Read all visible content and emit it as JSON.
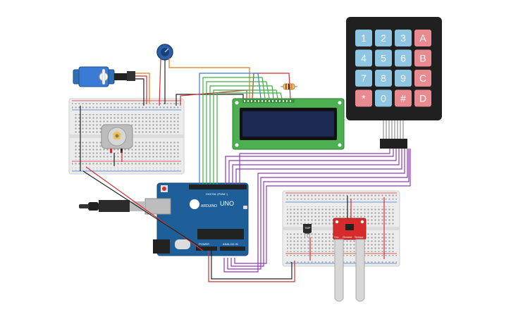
{
  "arduino": {
    "logo_text": "ARDUINO",
    "model": "UNO",
    "digital_label": "DIGITAL (PWM~)",
    "power_label": "POWER",
    "analog_label": "ANALOG IN"
  },
  "keypad": {
    "rows": [
      [
        "1",
        "2",
        "3",
        "A"
      ],
      [
        "4",
        "5",
        "6",
        "B"
      ],
      [
        "7",
        "8",
        "9",
        "C"
      ],
      [
        "*",
        "0",
        "#",
        "D"
      ]
    ],
    "colors": {
      "number": "#8ec5e2",
      "letter": "#e88a8f",
      "symbol": "#e88a8f",
      "body": "#202020"
    }
  },
  "temp_sensor": {
    "label": "TMP"
  },
  "moisture_sensor": {
    "pins": [
      "Vcc",
      "Ground",
      "Sensor"
    ]
  },
  "colors": {
    "board_blue": "#1f5f99",
    "lcd_green": "#4caf50",
    "lcd_screen": "#1c2a54",
    "breadboard": "#ececec",
    "wire_red": "#d32f2f",
    "wire_black": "#222222",
    "wire_green": "#3cb043",
    "wire_purple": "#8e3bb5",
    "wire_blue": "#3a7bd5",
    "wire_orange": "#e07b1a"
  }
}
